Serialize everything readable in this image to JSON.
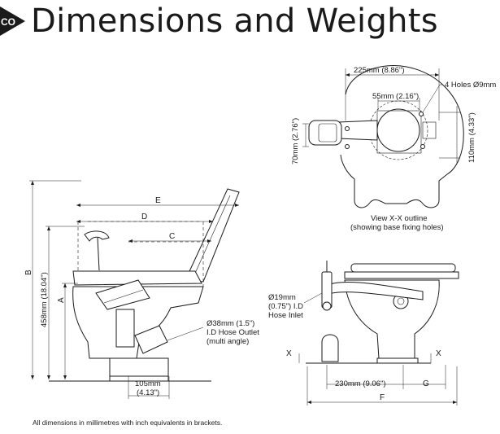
{
  "header": {
    "title": "Dimensions and Weights",
    "badge_text": "CO"
  },
  "top_view": {
    "width_label": "225mm (8.86\")",
    "holes_label": "4 Holes Ø9mm",
    "inner_label": "55mm (2.16\")",
    "left_height_label": "70mm (2.76\")",
    "right_height_label": "110mm (4.33\")",
    "caption_line1": "View X-X outline",
    "caption_line2": "(showing base fixing holes)"
  },
  "side_view": {
    "E": "E",
    "D": "D",
    "C": "C",
    "B": "B",
    "A": "A",
    "height_label": "458mm (18.04\")",
    "outlet_line1": "Ø38mm (1.5\")",
    "outlet_line2": "I.D Hose Outlet",
    "outlet_line3": "(multi angle)",
    "base_line1": "105mm",
    "base_line2": "(4.13\")"
  },
  "front_view": {
    "inlet_line1": "Ø19mm",
    "inlet_line2": "(0.75\") I.D",
    "inlet_line3": "Hose Inlet",
    "x_left": "X",
    "x_right": "X",
    "width_label": "230mm (9.06\")",
    "G": "G",
    "F": "F"
  },
  "footer": {
    "note": "All dimensions in millimetres with inch equivalents in brackets."
  },
  "colors": {
    "ink": "#1a1a1a",
    "badge": "#1a1a1a",
    "background": "#ffffff"
  }
}
